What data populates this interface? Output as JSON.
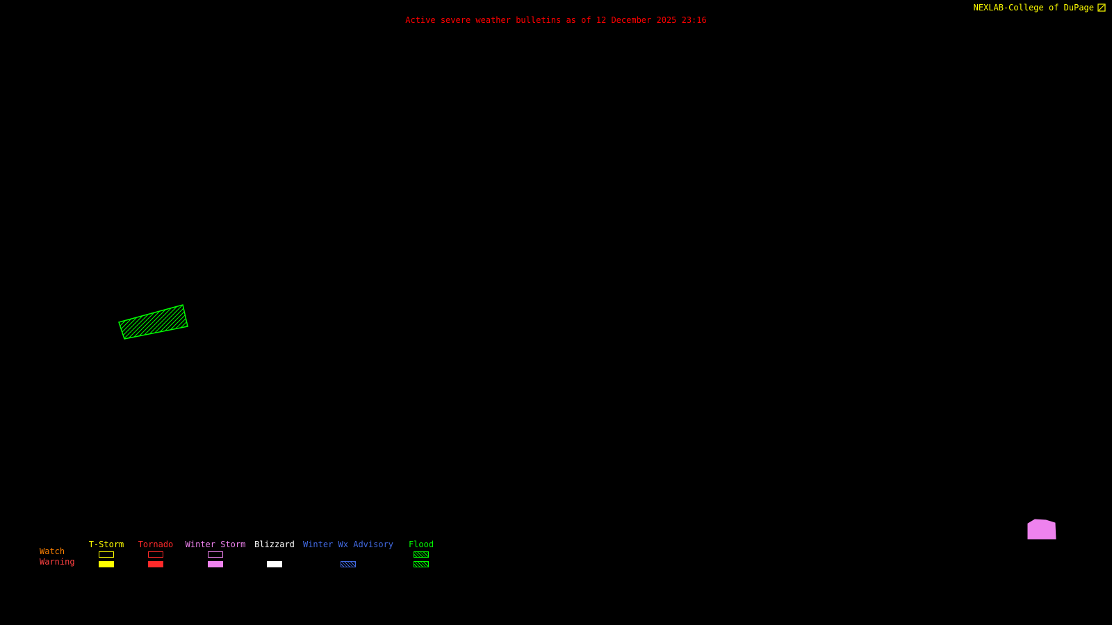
{
  "header": {
    "bulletin_title": "Active severe weather bulletins as of 12 December 2025 23:16",
    "title_color": "#ff0000",
    "source": "NEXLAB-College of DuPage",
    "source_color": "#ffff00"
  },
  "map": {
    "background_color": "#000000",
    "polygons": [
      {
        "name": "flood-watch-polygon",
        "hazard": "Flood Watch",
        "style": "hatched",
        "color": "#00ff00"
      },
      {
        "name": "winter-storm-warning-polygon",
        "hazard": "Winter Storm Warning",
        "style": "filled",
        "color": "#ee82ee"
      }
    ]
  },
  "legend": {
    "watch_label": "Watch",
    "warning_label": "Warning",
    "watch_color": "#ff8000",
    "warning_color": "#ff4040",
    "items": [
      {
        "label": "T-Storm",
        "color": "#ffff00",
        "watch": "outline",
        "warning": "filled"
      },
      {
        "label": "Tornado",
        "color": "#ff2a2a",
        "watch": "outline",
        "warning": "filled"
      },
      {
        "label": "Winter Storm",
        "color": "#ee82ee",
        "watch": "outline",
        "warning": "filled"
      },
      {
        "label": "Blizzard",
        "color": "#ffffff",
        "watch": "none",
        "warning": "filled"
      },
      {
        "label": "Winter Wx Advisory",
        "color": "#4169e1",
        "watch": "none",
        "warning": "hatched"
      },
      {
        "label": "Flood",
        "color": "#00ff00",
        "watch": "hatched",
        "warning": "hatched"
      }
    ]
  }
}
